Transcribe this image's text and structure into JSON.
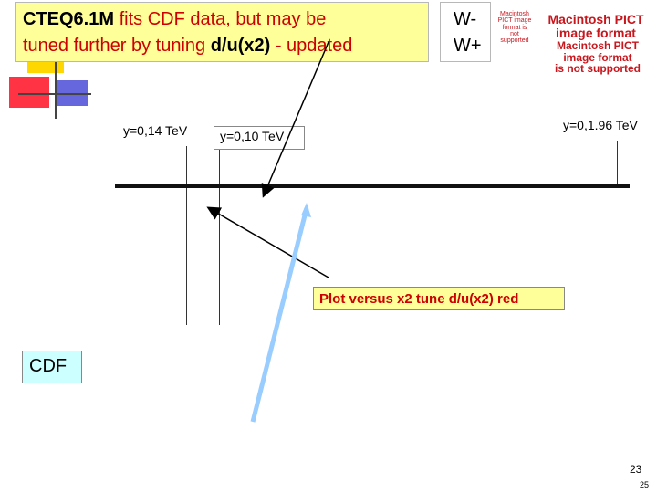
{
  "title": {
    "line1_bold": "CTEQ6.1M",
    "line1_rest": " fits CDF data, but may be",
    "line2_start": "tuned further by tuning ",
    "line2_bold": "d/u(x2)",
    "line2_end": " - updated"
  },
  "boson_labels": {
    "wminus": "W-",
    "wplus": "W+"
  },
  "pict_placeholder": {
    "small": "Macintosh PICT image format is not supported",
    "large_line1": "Macintosh PICT",
    "large_line2": "image format",
    "overlay_line1": "Macintosh PICT",
    "overlay_line2": "image format",
    "overlay_line3": "is not supported"
  },
  "plot_labels": {
    "y14": "y=0,14 TeV",
    "y10": "y=0,10 TeV",
    "y196": "y=0,1.96 TeV"
  },
  "callout": "Plot versus x2 tune d/u(x2) red",
  "cdf": "CDF",
  "slide_number": "23",
  "page_number": "25",
  "colors": {
    "title_bg": "#ffff99",
    "accent_red": "#cc0000",
    "cdf_bg": "#ccffff",
    "arrow_blue": "#99ccff"
  }
}
